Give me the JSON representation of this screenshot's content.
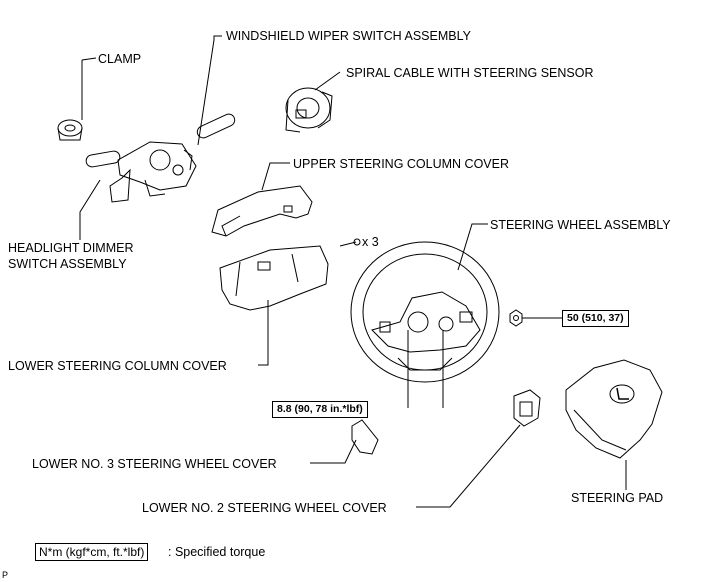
{
  "labels": {
    "windshield_wiper": "WINDSHIELD WIPER SWITCH ASSEMBLY",
    "clamp": "CLAMP",
    "spiral_cable": "SPIRAL CABLE WITH STEERING SENSOR",
    "upper_cover": "UPPER STEERING COLUMN COVER",
    "headlight_line1": "HEADLIGHT DIMMER",
    "headlight_line2": "SWITCH ASSEMBLY",
    "screw_count": "x 3",
    "steering_wheel": "STEERING WHEEL ASSEMBLY",
    "lower_column_cover": "LOWER STEERING COLUMN COVER",
    "lower_no3": "LOWER NO. 3 STEERING WHEEL COVER",
    "lower_no2": "LOWER NO. 2 STEERING WHEEL COVER",
    "steering_pad": "STEERING PAD",
    "page_marker": "P"
  },
  "torques": {
    "nut": "50 (510, 37)",
    "screws": "8.8 (90, 78 in.*lbf)"
  },
  "legend": {
    "unit_box": "N*m (kgf*cm, ft.*lbf)",
    "description": ": Specified torque"
  },
  "icons": {
    "brand_emblem": "lexus-emblem-icon"
  }
}
